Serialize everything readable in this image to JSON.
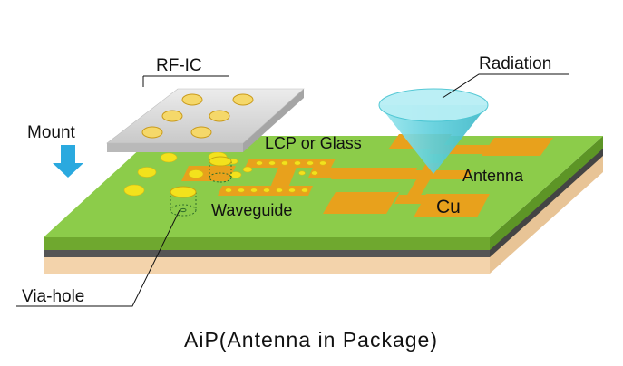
{
  "labels": {
    "rf_ic": "RF-IC",
    "radiation": "Radiation",
    "mount": "Mount",
    "lcp_or_glass": "LCP or Glass",
    "antenna": "Antenna",
    "waveguide": "Waveguide",
    "cu": "Cu",
    "via_hole": "Via-hole"
  },
  "caption": "AiP(Antenna in Package)",
  "colors": {
    "substrate_top": "#8ccc4a",
    "substrate_front": "#6fa82f",
    "layer_dark": "#555555",
    "layer_tan": "#f3d3ab",
    "copper": "#e8a11c",
    "pad": "#f3e21c",
    "chip": "#d7d7d7",
    "cone": "#6fd3de",
    "mount_arrow": "#2aa9df"
  },
  "icons": {
    "mount_arrow": "arrow-down-icon",
    "radiation_cone": "cone-icon"
  }
}
